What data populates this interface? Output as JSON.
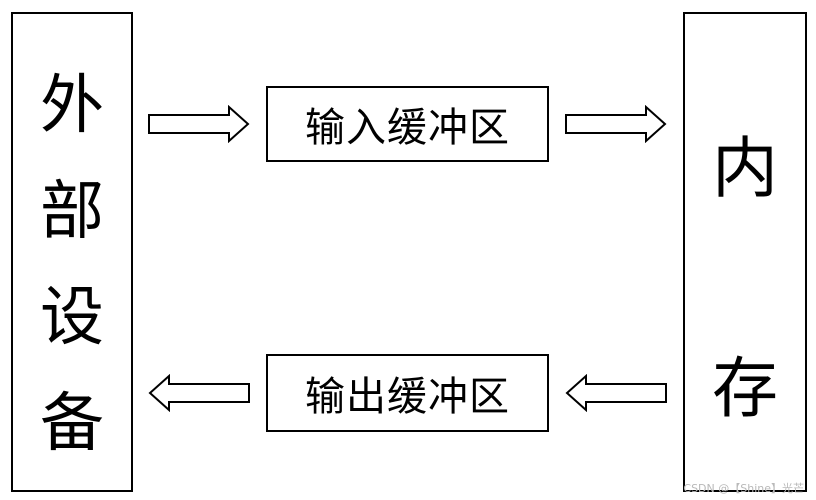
{
  "diagram": {
    "external_device": {
      "chars": [
        "外",
        "部",
        "设",
        "备"
      ]
    },
    "memory": {
      "chars": [
        "内",
        "存"
      ]
    },
    "input_buffer": {
      "label": "输入缓冲区"
    },
    "output_buffer": {
      "label": "输出缓冲区"
    },
    "arrows": [
      {
        "from": "external_device",
        "to": "input_buffer",
        "direction": "right"
      },
      {
        "from": "input_buffer",
        "to": "memory",
        "direction": "right"
      },
      {
        "from": "memory",
        "to": "output_buffer",
        "direction": "left"
      },
      {
        "from": "output_buffer",
        "to": "external_device",
        "direction": "left"
      }
    ]
  },
  "watermark": {
    "text": "CSDN @【Shine】光芒"
  },
  "colors": {
    "stroke": "#000000",
    "background": "#ffffff",
    "watermark": "#b9b9b9"
  }
}
